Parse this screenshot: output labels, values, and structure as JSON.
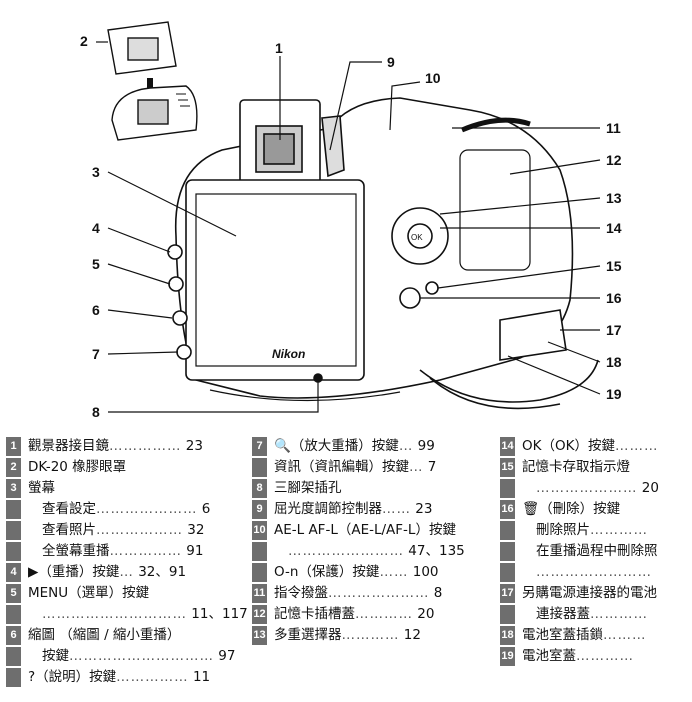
{
  "callouts": [
    "1",
    "2",
    "3",
    "4",
    "5",
    "6",
    "7",
    "8",
    "9",
    "10",
    "11",
    "12",
    "13",
    "14",
    "15",
    "16",
    "17",
    "18",
    "19"
  ],
  "camera": {
    "brand": "Nikon",
    "ok_label": "OK"
  },
  "legend": {
    "col1": [
      {
        "n": "1",
        "text": "觀景器接目鏡",
        "page": "23"
      },
      {
        "n": "2",
        "text": "DK-20 橡膠眼罩",
        "page": ""
      },
      {
        "n": "3",
        "text": "螢幕",
        "page": ""
      },
      {
        "n": "",
        "text": "查看設定",
        "page": "6",
        "sub": true
      },
      {
        "n": "",
        "text": "查看照片",
        "page": "32",
        "sub": true
      },
      {
        "n": "",
        "text": "全螢幕重播",
        "page": "91",
        "sub": true
      },
      {
        "n": "4",
        "text": "▶（重播）按鍵",
        "page": "32、91"
      },
      {
        "n": "5",
        "text": "MENU（選單）按鍵",
        "page": ""
      },
      {
        "n": "",
        "text": "",
        "page": "11、117",
        "sub": true
      },
      {
        "n": "6",
        "text": "縮圖 （縮圖 / 縮小重播）",
        "page": ""
      },
      {
        "n": "",
        "text": "按鍵",
        "page": "97",
        "sub": true
      },
      {
        "n": "",
        "text": "?（說明）按鍵",
        "page": "11"
      }
    ],
    "col2": [
      {
        "n": "7",
        "text": "🔍（放大重播）按鍵",
        "page": "99"
      },
      {
        "n": "",
        "text": "資訊（資訊編輯）按鍵",
        "page": "7",
        "sub": true
      },
      {
        "n": "8",
        "text": "三腳架插孔",
        "page": ""
      },
      {
        "n": "9",
        "text": "屈光度調節控制器",
        "page": "23"
      },
      {
        "n": "10",
        "text": "AE-L AF-L（AE-L/AF-L）按鍵",
        "page": ""
      },
      {
        "n": "",
        "text": "",
        "page": "47、135",
        "sub": true
      },
      {
        "n": "",
        "text": "O-n（保護）按鍵",
        "page": "100"
      },
      {
        "n": "11",
        "text": "指令撥盤",
        "page": "8"
      },
      {
        "n": "12",
        "text": "記憶卡插槽蓋",
        "page": "20"
      },
      {
        "n": "13",
        "text": "多重選擇器",
        "page": "12"
      }
    ],
    "col3": [
      {
        "n": "14",
        "text": "OK（OK）按鍵",
        "page": ""
      },
      {
        "n": "15",
        "text": "記憶卡存取指示燈",
        "page": ""
      },
      {
        "n": "",
        "text": "",
        "page": "20",
        "sub": true
      },
      {
        "n": "16",
        "text": "🗑（刪除）按鍵",
        "page": ""
      },
      {
        "n": "",
        "text": "刪除照片",
        "page": "",
        "sub": true
      },
      {
        "n": "",
        "text": "在重播過程中刪除照",
        "page": "",
        "sub": true
      },
      {
        "n": "",
        "text": "",
        "page": "",
        "sub": true
      },
      {
        "n": "17",
        "text": "另購電源連接器的電池",
        "page": ""
      },
      {
        "n": "",
        "text": "連接器蓋",
        "page": "",
        "sub": true
      },
      {
        "n": "18",
        "text": "電池室蓋插鎖",
        "page": ""
      },
      {
        "n": "19",
        "text": "電池室蓋",
        "page": ""
      }
    ]
  }
}
